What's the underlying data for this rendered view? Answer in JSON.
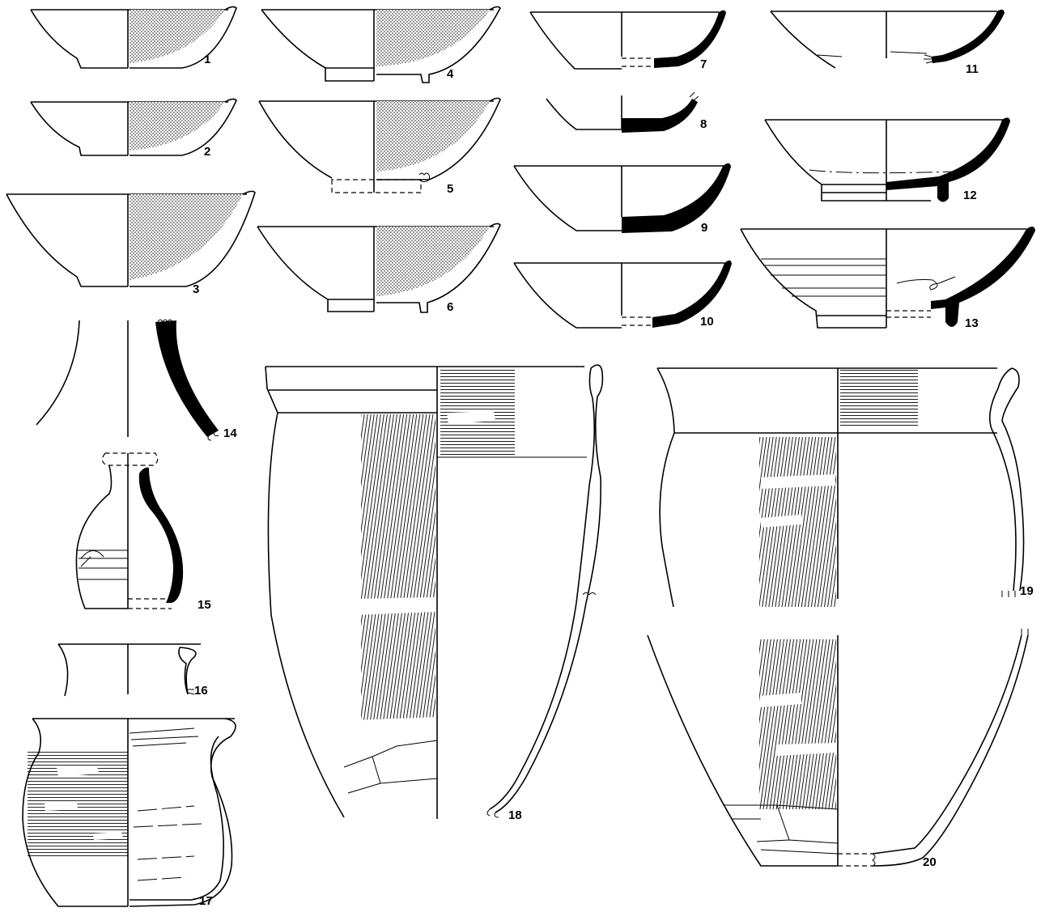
{
  "figure": {
    "labels": [
      "1",
      "2",
      "3",
      "4",
      "5",
      "6",
      "7",
      "8",
      "9",
      "10",
      "11",
      "12",
      "13",
      "14",
      "15",
      "16",
      "17",
      "18",
      "19",
      "20"
    ]
  },
  "colors": {
    "ink": "#000000",
    "paper": "#ffffff"
  }
}
